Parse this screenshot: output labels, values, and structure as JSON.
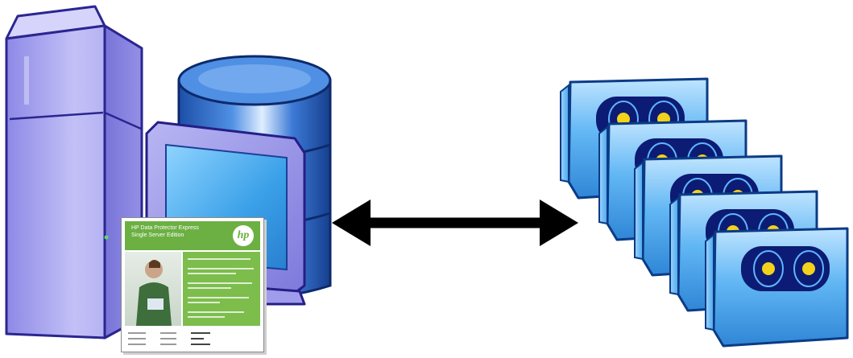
{
  "nodes": [
    {
      "id": "server-stack",
      "icon": "server-tower-icon"
    },
    {
      "id": "database",
      "icon": "database-icon"
    },
    {
      "id": "monitor",
      "icon": "monitor-icon"
    },
    {
      "id": "product-sheet",
      "icon": "document-icon",
      "title_line1": "HP Data Protector Express",
      "title_line2": "Single Server Edition",
      "logo": "hp"
    },
    {
      "id": "tape-cartridges",
      "icon": "tape-cartridge-icon",
      "count": 5
    }
  ],
  "connector": {
    "type": "bidirectional-arrow",
    "color": "#000000"
  },
  "colors": {
    "server": "#b7b4f2",
    "database": "#2f6fd0",
    "monitor_screen": "#3aa0e8",
    "tape": "#4aa6ee",
    "tape_eye": "#f2d21a",
    "doc_green": "#6cb043"
  }
}
